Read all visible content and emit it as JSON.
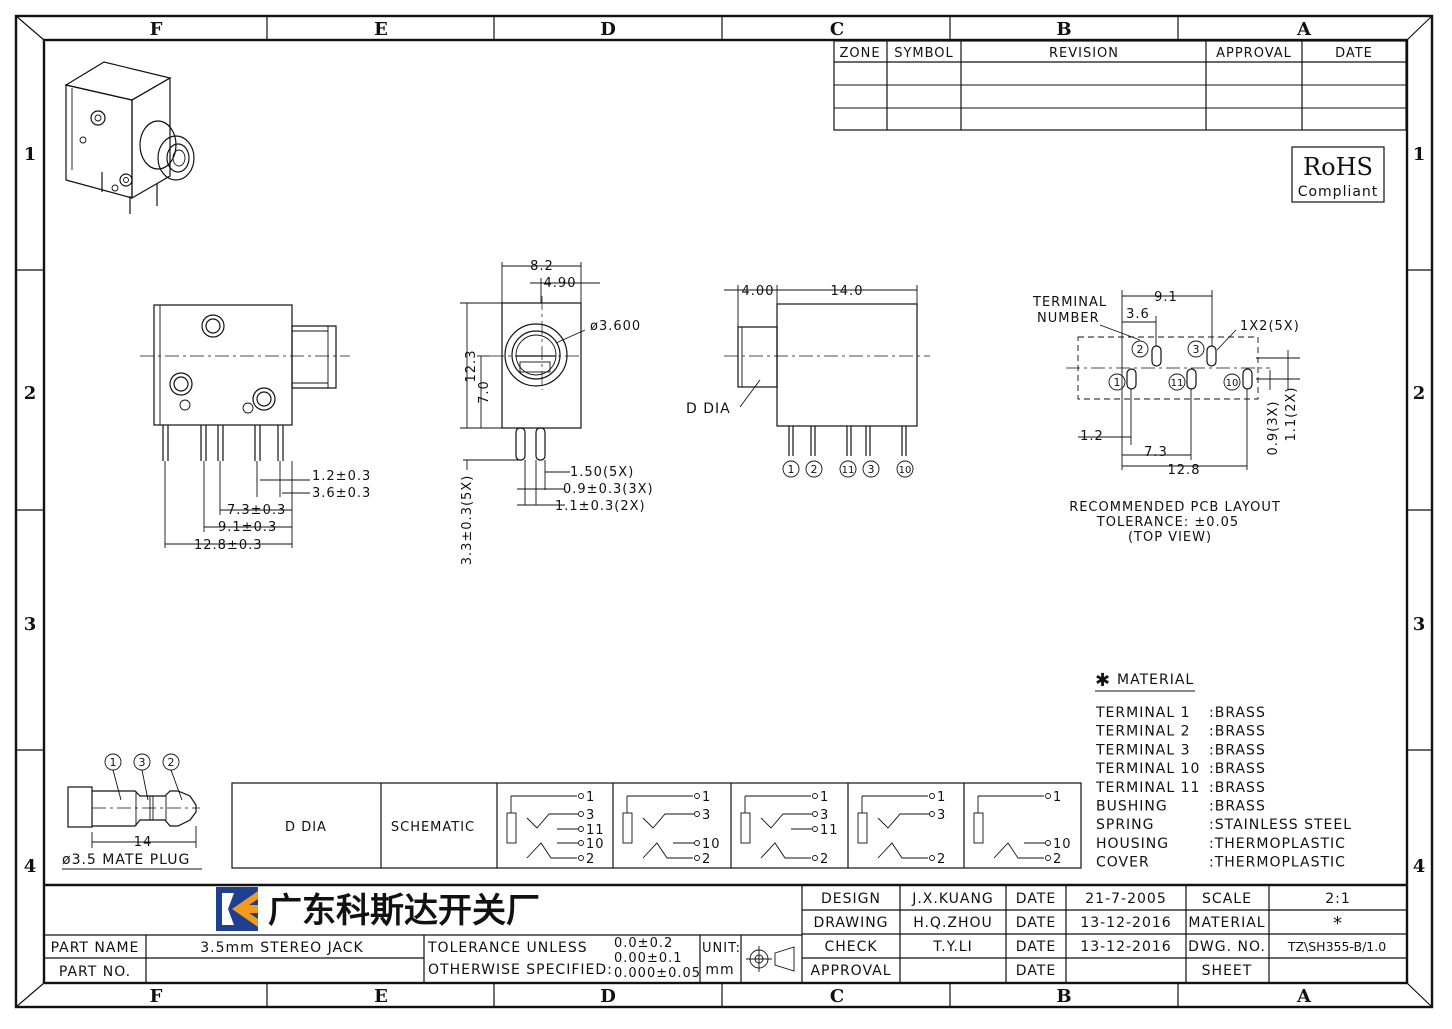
{
  "frame": {
    "columns": [
      "F",
      "E",
      "D",
      "C",
      "B",
      "A"
    ],
    "rows": [
      "1",
      "2",
      "3",
      "4"
    ]
  },
  "revision_table": {
    "headers": [
      "ZONE",
      "SYMBOL",
      "REVISION",
      "APPROVAL",
      "DATE"
    ]
  },
  "rohs": {
    "title": "RoHS",
    "subtitle": "Compliant"
  },
  "side_view": {
    "dims": [
      "1.2±0.3",
      "3.6±0.3",
      "7.3±0.3",
      "9.1±0.3",
      "12.8±0.3"
    ]
  },
  "front_view": {
    "dims": [
      "8.2",
      "4.90",
      "ø3.600",
      "12.3",
      "7.0",
      "1.50(5X)",
      "0.9±0.3(3X)",
      "1.1±0.3(2X)",
      "3.3±0.3(5X)"
    ]
  },
  "top_view": {
    "dims": [
      "4.00",
      "14.0"
    ],
    "label": "D DIA",
    "pins": [
      "1",
      "2",
      "11",
      "3",
      "10"
    ]
  },
  "pcb_layout": {
    "terminal_label": [
      "TERMINAL",
      "NUMBER"
    ],
    "dims": [
      "9.1",
      "3.6",
      "1X2(5X)",
      "1.2",
      "7.3",
      "12.8",
      "0.9(3X)",
      "1.1(2X)"
    ],
    "pads": [
      "2",
      "3",
      "1",
      "11",
      "10"
    ],
    "caption": [
      "RECOMMENDED PCB LAYOUT",
      "TOLERANCE: ±0.05",
      "(TOP VIEW)"
    ]
  },
  "material": {
    "title": "MATERIAL",
    "items": [
      {
        "part": "TERMINAL 1",
        "material": ":BRASS"
      },
      {
        "part": "TERMINAL 2",
        "material": ":BRASS"
      },
      {
        "part": "TERMINAL 3",
        "material": ":BRASS"
      },
      {
        "part": "TERMINAL 10",
        "material": ":BRASS"
      },
      {
        "part": "TERMINAL 11",
        "material": ":BRASS"
      },
      {
        "part": "BUSHING",
        "material": ":BRASS"
      },
      {
        "part": "SPRING",
        "material": ":STAINLESS STEEL"
      },
      {
        "part": "HOUSING",
        "material": ":THERMOPLASTIC"
      },
      {
        "part": "COVER",
        "material": ":THERMOPLASTIC"
      }
    ]
  },
  "plug": {
    "pins": [
      "1",
      "3",
      "2"
    ],
    "length": "14",
    "label": "ø3.5 MATE PLUG"
  },
  "schematic": {
    "col1": "D DIA",
    "col2": "SCHEMATIC",
    "cells": [
      [
        "1",
        "3",
        "11",
        "10",
        "2"
      ],
      [
        "1",
        "3",
        "10",
        "2"
      ],
      [
        "1",
        "3",
        "11",
        "2"
      ],
      [
        "1",
        "3",
        "2"
      ],
      [
        "1",
        "10",
        "2"
      ]
    ]
  },
  "title_block": {
    "company": "广东科斯达开关厂",
    "part_name_label": "PART NAME",
    "part_name": "3.5mm STEREO JACK",
    "part_no_label": "PART NO.",
    "tolerance_label_1": "TOLERANCE UNLESS",
    "tolerance_label_2": "OTHERWISE SPECIFIED:",
    "tolerances": [
      "0.0±0.2",
      "0.00±0.1",
      "0.000±0.05"
    ],
    "unit_label": "UNIT:",
    "unit": "mm",
    "design_label": "DESIGN",
    "design": "J.X.KUANG",
    "drawing_label": "DRAWING",
    "drawing": "H.Q.ZHOU",
    "check_label": "CHECK",
    "check": "T.Y.LI",
    "approval_label": "APPROVAL",
    "date_label": "DATE",
    "date_design": "21-7-2005",
    "date_drawing": "13-12-2016",
    "date_check": "13-12-2016",
    "scale_label": "SCALE",
    "scale": "2:1",
    "material_label": "MATERIAL",
    "material": "*",
    "dwg_no_label": "DWG. NO.",
    "dwg_no": "TZ\\SH355-B/1.0",
    "sheet_label": "SHEET"
  }
}
